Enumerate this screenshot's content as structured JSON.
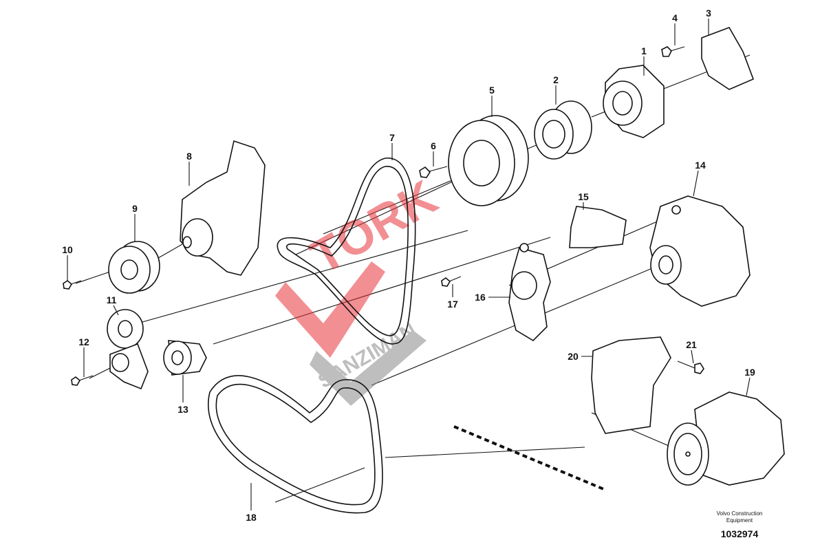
{
  "diagram": {
    "callouts": [
      "1",
      "2",
      "3",
      "4",
      "5",
      "6",
      "7",
      "8",
      "9",
      "10",
      "11",
      "12",
      "13",
      "14",
      "15",
      "16",
      "17",
      "18",
      "19",
      "20",
      "21"
    ],
    "credit_line1": "Volvo Construction",
    "credit_line2": "Equipment",
    "document_number": "1032974"
  },
  "watermark": {
    "line1": "TORK",
    "line2": "SANZIMAN",
    "color_red": "#e8343c",
    "color_gray": "#8a8a8a"
  }
}
